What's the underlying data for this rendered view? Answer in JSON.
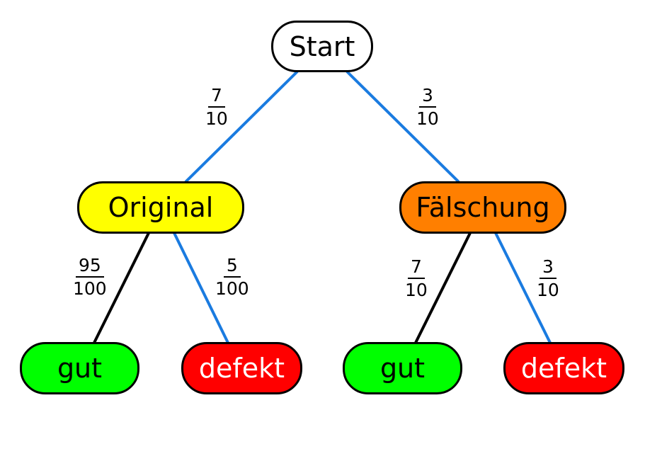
{
  "colors": {
    "edge_blue": "#1a7be0",
    "edge_black": "#000000",
    "start_fill": "#ffffff",
    "original_fill": "#ffff00",
    "faelschung_fill": "#ff7f00",
    "gut_fill": "#00ff00",
    "defekt_fill": "#ff0000"
  },
  "nodes": {
    "start": "Start",
    "original": "Original",
    "faelschung": "Fälschung",
    "gut_left": "gut",
    "defekt_left": "defekt",
    "gut_right": "gut",
    "defekt_right": "defekt"
  },
  "probabilities": {
    "start_original": {
      "num": "7",
      "den": "10"
    },
    "start_faelschung": {
      "num": "3",
      "den": "10"
    },
    "original_gut": {
      "num": "95",
      "den": "100"
    },
    "original_defekt": {
      "num": "5",
      "den": "100"
    },
    "faelschung_gut": {
      "num": "7",
      "den": "10"
    },
    "faelschung_defekt": {
      "num": "3",
      "den": "10"
    }
  }
}
